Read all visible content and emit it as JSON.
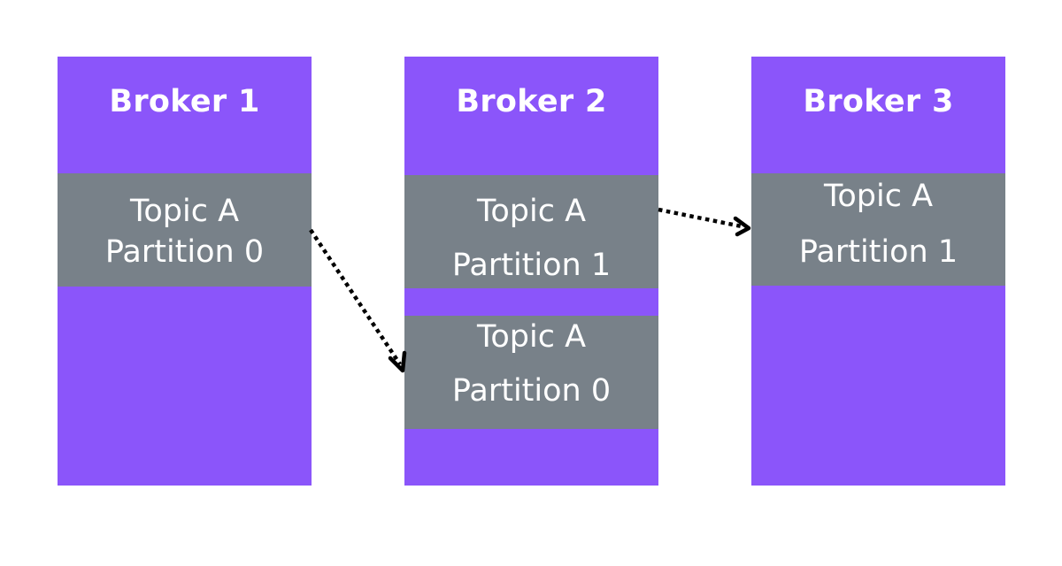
{
  "brokers": [
    {
      "title": "Broker 1",
      "partitions": [
        {
          "topic": "Topic A",
          "partition": "Partition 0"
        }
      ]
    },
    {
      "title": "Broker 2",
      "partitions": [
        {
          "topic": "Topic A",
          "partition": "Partition 1"
        },
        {
          "topic": "Topic A",
          "partition": "Partition 0"
        }
      ]
    },
    {
      "title": "Broker 3",
      "partitions": [
        {
          "topic": "Topic A",
          "partition": "Partition 1"
        }
      ]
    }
  ],
  "arrows": [
    {
      "from": "Broker 1 / Topic A Partition 0",
      "to": "Broker 2 / Topic A Partition 0",
      "style": "dotted"
    },
    {
      "from": "Broker 2 / Topic A Partition 1",
      "to": "Broker 3 / Topic A Partition 1",
      "style": "dotted"
    }
  ],
  "colors": {
    "broker_fill": "#8b55fa",
    "partition_fill": "#788189",
    "text": "#ffffff",
    "arrow": "#000000",
    "background": "#ffffff"
  }
}
